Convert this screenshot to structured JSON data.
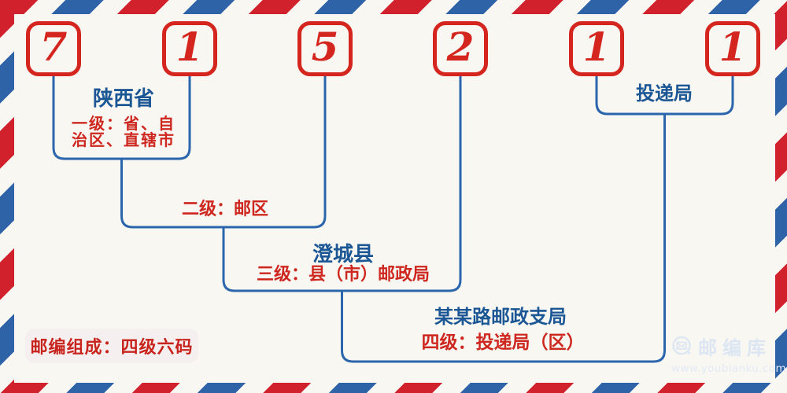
{
  "postal_code": "715211",
  "digits": [
    "7",
    "1",
    "5",
    "2",
    "1",
    "1"
  ],
  "labels": {
    "province": "陕西省",
    "level1_line1": "一级：省、自",
    "level1_line2": "治区、直辖市",
    "level2": "二级：邮区",
    "county": "澄城县",
    "level3": "三级：县（市）邮政局",
    "branch": "某某路邮政支局",
    "level4": "四级：投递局（区）",
    "delivery": "投递局"
  },
  "badge": {
    "text": "邮编组成：四级六码"
  },
  "watermark": {
    "icon": "envelope-icon",
    "brand": "邮编库",
    "url": "www.youbianku.com"
  },
  "colors": {
    "stripe_red": "#d0212c",
    "stripe_blue": "#2e63a8",
    "box_red": "#d4261e",
    "text_red": "#cd271f",
    "text_blue": "#1c5795",
    "line_blue": "#2b66ad",
    "badge_bg": "#f6eff0",
    "watermark_blue": "#dce6f3",
    "background": "#f8f7f2"
  }
}
